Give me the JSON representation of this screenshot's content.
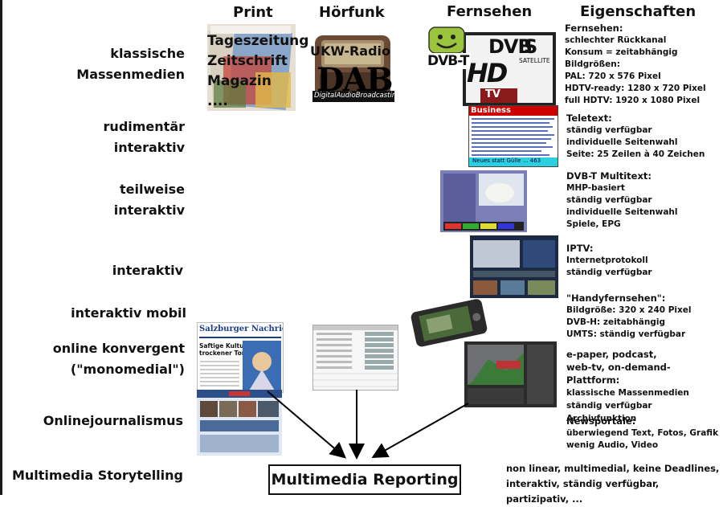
{
  "columns": {
    "print": "Print",
    "radio": "Hörfunk",
    "tv": "Fernsehen",
    "properties": "Eigenschaften"
  },
  "rows": [
    {
      "line1": "klassische",
      "line2": "Massenmedien"
    },
    {
      "line1": "rudimentär",
      "line2": "interaktiv"
    },
    {
      "line1": "teilweise",
      "line2": "interaktiv"
    },
    {
      "line1": "interaktiv",
      "line2": ""
    },
    {
      "line1": "interaktiv mobil",
      "line2": ""
    },
    {
      "line1": "online konvergent",
      "line2": "(\"monomedial\")"
    },
    {
      "line1": "Onlinejournalismus",
      "line2": ""
    },
    {
      "line1": "Multimedia Storytelling",
      "line2": ""
    }
  ],
  "print_items": [
    "Tageszeitung",
    "Zeitschrift",
    "Magazin",
    "...."
  ],
  "radio_items": {
    "ukw": "UKW-Radio",
    "dab": "DAB",
    "dab_sub": "DigitalAudioBroadcasting"
  },
  "tv_logos": {
    "dvbt": "DVB-T",
    "dvbs": "DVB",
    "satellite": "SATELLITE",
    "hd": "HD",
    "tv": "TV"
  },
  "teletext": {
    "title": "Business",
    "footer": "Neues statt Gülle ... 463"
  },
  "newspaper": {
    "masthead": "Salzburger Nachrichten",
    "headline1": "Saftige Kultur statt",
    "headline2": "trockener Torte"
  },
  "properties": [
    {
      "title": "Fernsehen:",
      "lines": [
        "schlechter Rückkanal",
        "Konsum = zeitabhängig",
        "Bildgrößen:",
        "PAL: 720 x 576 Pixel",
        "HDTV-ready: 1280 x 720 Pixel",
        "full HDTV: 1920 x 1080 Pixel"
      ]
    },
    {
      "title": "Teletext:",
      "lines": [
        "ständig verfügbar",
        "individuelle Seitenwahl",
        "Seite:  25 Zeilen à 40 Zeichen"
      ]
    },
    {
      "title": "DVB-T Multitext:",
      "lines": [
        "MHP-basiert",
        "ständig verfügbar",
        "individuelle Seitenwahl",
        "Spiele, EPG"
      ]
    },
    {
      "title": "IPTV:",
      "lines": [
        "Internetprotokoll",
        "ständig verfügbar"
      ]
    },
    {
      "title": "\"Handyfernsehen\":",
      "lines": [
        "Bildgröße: 320 x 240 Pixel",
        "DVB-H: zeitabhängig",
        "UMTS: ständig verfügbar"
      ]
    },
    {
      "title": "e-paper, podcast,",
      "lines": [
        "web-tv, on-demand-Plattform:",
        "klassische Massenmedien",
        "ständig verfügbar",
        "Archivfunktion"
      ]
    },
    {
      "title": "Newsportale:",
      "lines": [
        "überwiegend Text, Fotos, Grafik",
        "wenig Audio, Video"
      ]
    }
  ],
  "bottom": {
    "box": "Multimedia Reporting",
    "line1": "non linear, multimedial, keine Deadlines,",
    "line2": "interaktiv, ständig verfügbar, partizipativ, ..."
  }
}
